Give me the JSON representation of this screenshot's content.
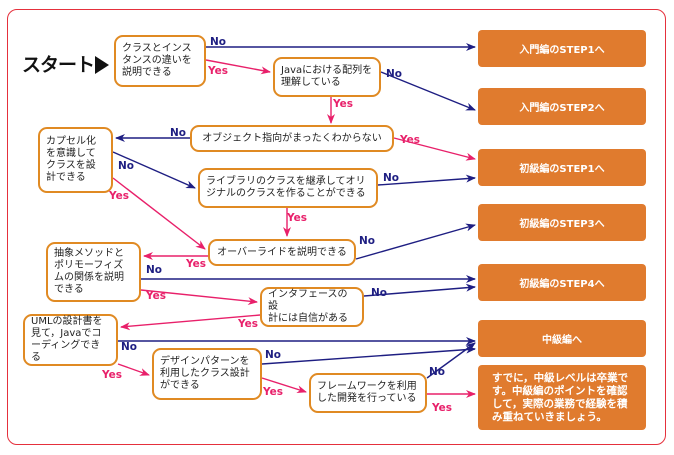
{
  "start_label": "スタート",
  "colors": {
    "frame": "#e5303c",
    "question_border": "#e08a23",
    "result_fill": "#e07b2e",
    "no_line": "#1e1e82",
    "yes_line": "#e8206a"
  },
  "questions": [
    {
      "id": "q1",
      "text": "クラスとインス\nタンスの違いを\n説明できる"
    },
    {
      "id": "q2",
      "text": "Javaにおける配列を\n理解している"
    },
    {
      "id": "q3",
      "text": "オブジェクト指向がまったくわからない"
    },
    {
      "id": "q4",
      "text": "カプセル化\nを意識して\nクラスを設\n計できる"
    },
    {
      "id": "q5",
      "text": "ライブラリのクラスを継承してオリ\nジナルのクラスを作ることができる"
    },
    {
      "id": "q6",
      "text": "オーバーライドを説明できる"
    },
    {
      "id": "q7",
      "text": "抽象メソッドと\nポリモーフィズ\nムの関係を説明\nできる"
    },
    {
      "id": "q8",
      "text": "インタフェースの設\n計には自信がある"
    },
    {
      "id": "q9",
      "text": "UMLの設計書を\n見て，Javaでコ\nーディングできる"
    },
    {
      "id": "q10",
      "text": "デザインパターンを\n利用したクラス設計\nができる"
    },
    {
      "id": "q11",
      "text": "フレームワークを利用\nした開発を行っている"
    }
  ],
  "results": [
    {
      "id": "r1",
      "text": "入門編のSTEP1へ"
    },
    {
      "id": "r2",
      "text": "入門編のSTEP2へ"
    },
    {
      "id": "r3",
      "text": "初級編のSTEP1へ"
    },
    {
      "id": "r4",
      "text": "初級編のSTEP3へ"
    },
    {
      "id": "r5",
      "text": "初級編のSTEP4へ"
    },
    {
      "id": "r6",
      "text": "中級編へ"
    },
    {
      "id": "r7",
      "text": "すでに，中級レベルは卒業で\nす。中級編のポイントを確認\nして，実際の業務で経験を積\nみ重ねていきましょう。"
    }
  ],
  "edges": [
    {
      "from": "q1",
      "to": "r1",
      "label": "No"
    },
    {
      "from": "q1",
      "to": "q2",
      "label": "Yes"
    },
    {
      "from": "q2",
      "to": "r2",
      "label": "No"
    },
    {
      "from": "q2",
      "to": "q3",
      "label": "Yes"
    },
    {
      "from": "q3",
      "to": "q4",
      "label": "No"
    },
    {
      "from": "q3",
      "to": "r3",
      "label": "Yes"
    },
    {
      "from": "q4",
      "to": "q5",
      "label": "No"
    },
    {
      "from": "q4",
      "to": "q6",
      "label": "Yes"
    },
    {
      "from": "q5",
      "to": "r3",
      "label": "No"
    },
    {
      "from": "q5",
      "to": "q6",
      "label": "Yes"
    },
    {
      "from": "q6",
      "to": "r4",
      "label": "No"
    },
    {
      "from": "q6",
      "to": "q7",
      "label": "Yes"
    },
    {
      "from": "q7",
      "to": "r5",
      "label": "No"
    },
    {
      "from": "q7",
      "to": "q8",
      "label": "Yes"
    },
    {
      "from": "q8",
      "to": "r5",
      "label": "No"
    },
    {
      "from": "q8",
      "to": "q9",
      "label": "Yes"
    },
    {
      "from": "q9",
      "to": "r6",
      "label": "No"
    },
    {
      "from": "q9",
      "to": "q10",
      "label": "Yes"
    },
    {
      "from": "q10",
      "to": "r6",
      "label": "No"
    },
    {
      "from": "q10",
      "to": "q11",
      "label": "Yes"
    },
    {
      "from": "q11",
      "to": "r6",
      "label": "No"
    },
    {
      "from": "q11",
      "to": "r7",
      "label": "Yes"
    }
  ]
}
